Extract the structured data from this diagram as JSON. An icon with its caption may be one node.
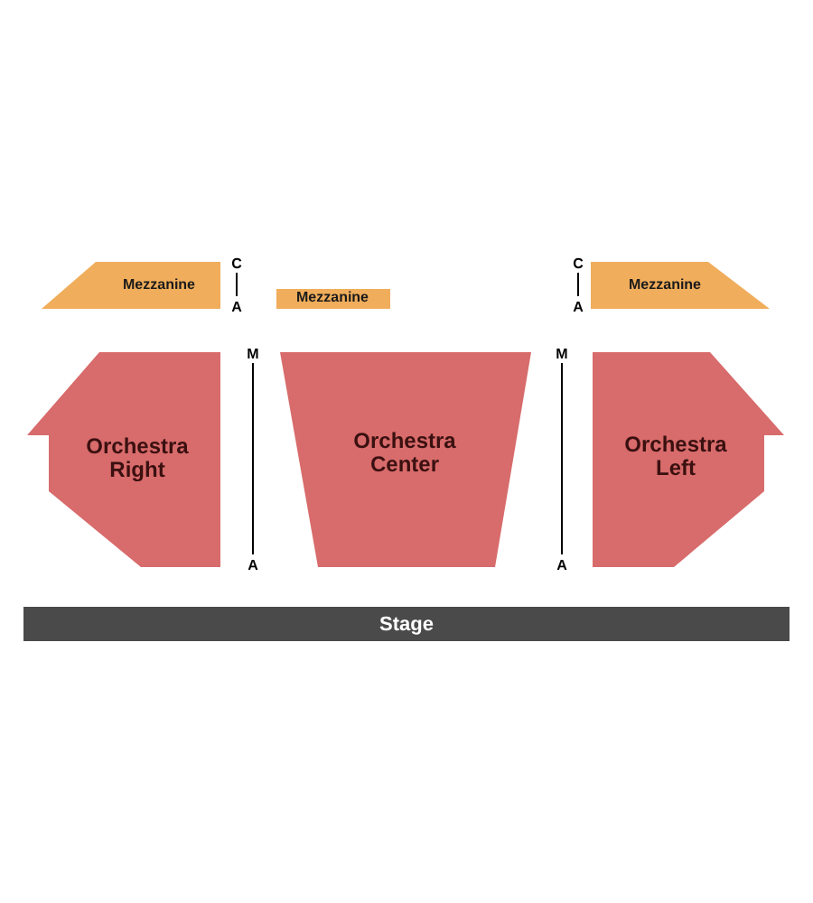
{
  "diagram": {
    "nodes": [
      {
        "text": [
          "Mezzanine"
        ]
      },
      {
        "text": [
          "Mezzanine"
        ]
      },
      {
        "text": [
          "Mezzanine"
        ]
      },
      {
        "text": [
          "Orchestra Right"
        ]
      },
      {
        "text": [
          "Orchestra Center"
        ]
      },
      {
        "text": [
          "Orchestra Left"
        ]
      },
      {
        "text": [
          "Stage"
        ]
      }
    ],
    "labels": [
      "C",
      "C",
      "A",
      "A",
      "M",
      "M",
      "A",
      "A"
    ]
  }
}
